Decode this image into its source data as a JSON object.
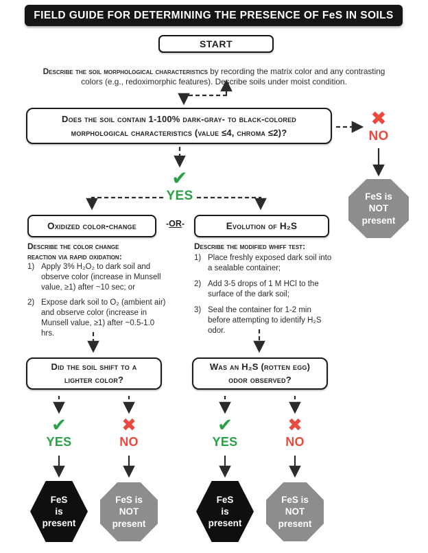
{
  "title": "FIELD GUIDE FOR DETERMINING THE PRESENCE OF FeS IN SOILS",
  "start": "START",
  "intro": {
    "lead": "Describe the soil morphological characteristics",
    "rest": " by recording the matrix color and any contrasting\ncolors (e.g., redoximorphic features). Describe soils under moist condition."
  },
  "q1": "Does the soil contain 1-100% dark-gray- to black-colored\nmorphological characteristics (value ≤4, chroma ≤2)?",
  "or": {
    "pre": "- ",
    "text": "OR",
    "post": " -"
  },
  "labels": {
    "yes": "YES",
    "no": "NO"
  },
  "icons": {
    "check": "✔",
    "cross": "✖"
  },
  "left": {
    "title": "Oxidized color-change",
    "heading": "Describe the color change\nreaction via rapid oxidation:",
    "steps": [
      {
        "num": "1)",
        "text": "Apply 3% H₂O₂ to dark soil and\nobserve color (increase in Munsell\nvalue, ≥1) after ~10 sec; or"
      },
      {
        "num": "2)",
        "text": "Expose dark soil to O₂ (ambient air)\nand observe color (increase in\nMunsell value, ≥1) after ~0.5-1.0\nhrs."
      }
    ],
    "question": "Did the soil shift to a\nlighter color?"
  },
  "right": {
    "title": "Evolution of H₂S",
    "heading": "Describe the modified whiff test:",
    "steps": [
      {
        "num": "1)",
        "text": "Place freshly exposed dark soil into\na sealable container;"
      },
      {
        "num": "2)",
        "text": "Add 3-5 drops of 1 M HCl to the\nsurface of the dark soil;"
      },
      {
        "num": "3)",
        "text": "Seal the container for 1-2 min\nbefore attempting to identify H₂S\nodor."
      }
    ],
    "question": "Was an H₂S (rotten egg)\nodor observed?"
  },
  "outcomes": {
    "present": "FeS\nis\npresent",
    "not_present": "FeS is\nNOT\npresent"
  },
  "colors": {
    "green": "#28a145",
    "red": "#e94a3e",
    "gray": "#8d8d8d",
    "black": "#151515"
  }
}
